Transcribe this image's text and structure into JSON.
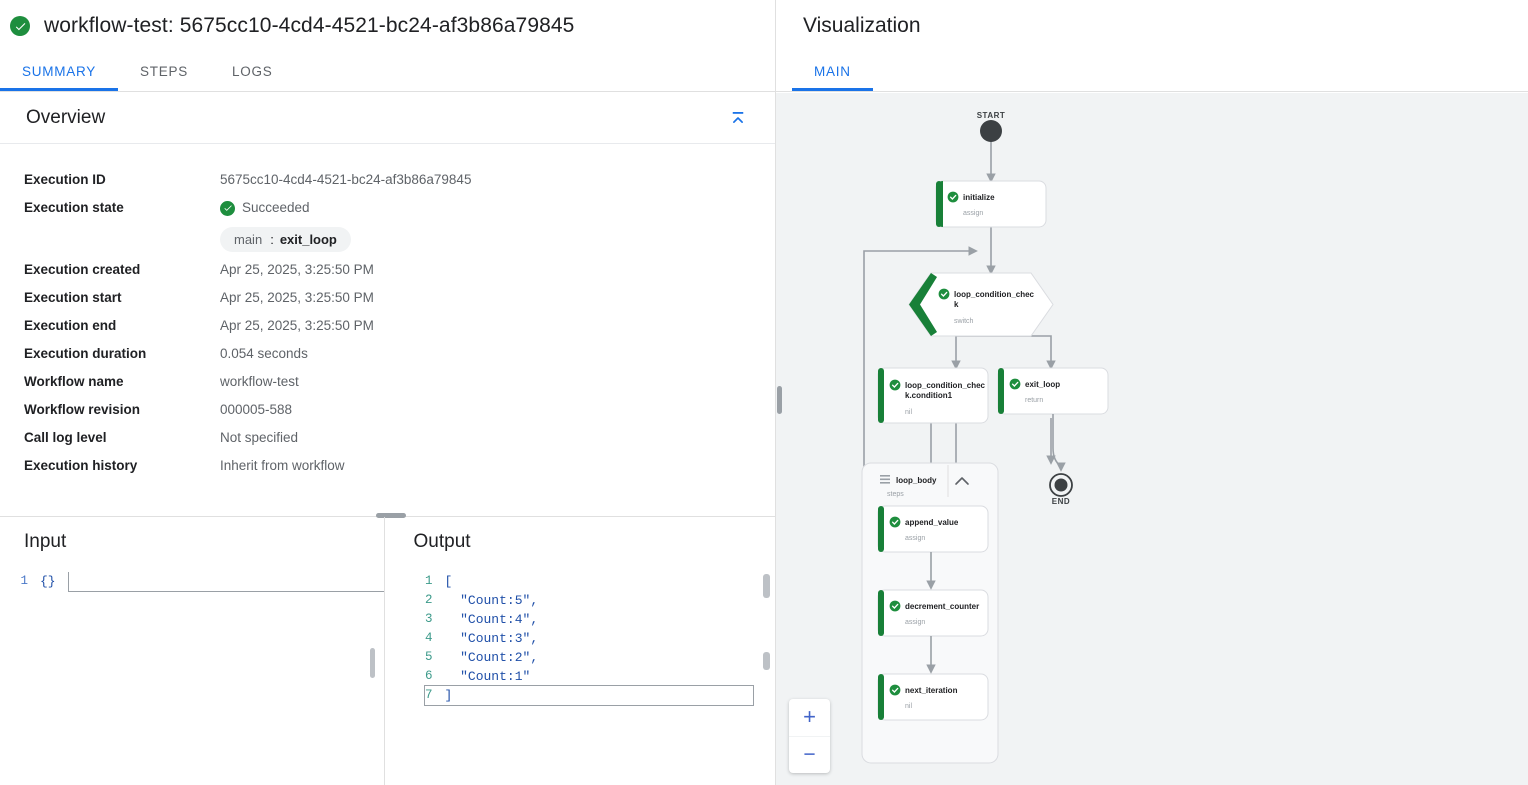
{
  "execution": {
    "status_icon": "check-circle-icon",
    "title": "workflow-test: 5675cc10-4cd4-4521-bc24-af3b86a79845",
    "tabs": [
      {
        "label": "SUMMARY",
        "active": true
      },
      {
        "label": "STEPS",
        "active": false
      },
      {
        "label": "LOGS",
        "active": false
      }
    ]
  },
  "overview": {
    "title": "Overview",
    "collapse_icon": "collapse-all-icon",
    "fields": [
      {
        "label": "Execution ID",
        "value": "5675cc10-4cd4-4521-bc24-af3b86a79845"
      },
      {
        "label": "Execution state",
        "value": "Succeeded"
      },
      {
        "label": "Execution created",
        "value": "Apr 25, 2025, 3:25:50 PM"
      },
      {
        "label": "Execution start",
        "value": "Apr 25, 2025, 3:25:50 PM"
      },
      {
        "label": "Execution end",
        "value": "Apr 25, 2025, 3:25:50 PM"
      },
      {
        "label": "Execution duration",
        "value": "0.054 seconds"
      },
      {
        "label": "Workflow name",
        "value": "workflow-test"
      },
      {
        "label": "Workflow revision",
        "value": "000005-588"
      },
      {
        "label": "Call log level",
        "value": "Not specified"
      },
      {
        "label": "Execution history",
        "value": "Inherit from workflow"
      }
    ],
    "state_chip": {
      "scope": "main",
      "separator": ":",
      "step": "exit_loop"
    }
  },
  "io": {
    "input": {
      "title": "Input",
      "lines": [
        {
          "n": "1",
          "text": "{}"
        }
      ]
    },
    "output": {
      "title": "Output",
      "lines": [
        {
          "n": "1",
          "text": "["
        },
        {
          "n": "2",
          "text": "  \"Count:5\","
        },
        {
          "n": "3",
          "text": "  \"Count:4\","
        },
        {
          "n": "4",
          "text": "  \"Count:3\","
        },
        {
          "n": "5",
          "text": "  \"Count:2\","
        },
        {
          "n": "6",
          "text": "  \"Count:1\""
        },
        {
          "n": "7",
          "text": "]"
        }
      ]
    }
  },
  "visualization": {
    "title": "Visualization",
    "tabs": [
      {
        "label": "MAIN",
        "active": true
      }
    ],
    "zoom": {
      "in_label": "+",
      "out_label": "−"
    },
    "graph": {
      "start_label": "START",
      "end_label": "END",
      "nodes": [
        {
          "id": "initialize",
          "title": "initialize",
          "subtitle": "assign",
          "shape": "box",
          "status": "success"
        },
        {
          "id": "loop_condition_check",
          "title": "loop_condition_check",
          "subtitle": "switch",
          "shape": "hexagon",
          "status": "success"
        },
        {
          "id": "loop_condition_check_condition1",
          "title": "loop_condition_check.condition1",
          "subtitle": "nil",
          "shape": "box",
          "status": "success"
        },
        {
          "id": "exit_loop",
          "title": "exit_loop",
          "subtitle": "return",
          "shape": "box",
          "status": "success"
        },
        {
          "id": "loop_body",
          "title": "loop_body",
          "subtitle": "steps",
          "shape": "group",
          "icon": "steps-icon",
          "collapse_icon": "chevron-up-icon"
        },
        {
          "id": "append_value",
          "title": "append_value",
          "subtitle": "assign",
          "shape": "box",
          "status": "success"
        },
        {
          "id": "decrement_counter",
          "title": "decrement_counter",
          "subtitle": "assign",
          "shape": "box",
          "status": "success"
        },
        {
          "id": "next_iteration",
          "title": "next_iteration",
          "subtitle": "nil",
          "shape": "box",
          "status": "success"
        }
      ]
    }
  },
  "colors": {
    "accent": "#1a73e8",
    "success": "#1e8e3e",
    "canvas": "#f1f3f4",
    "text_secondary": "#5f6368"
  }
}
